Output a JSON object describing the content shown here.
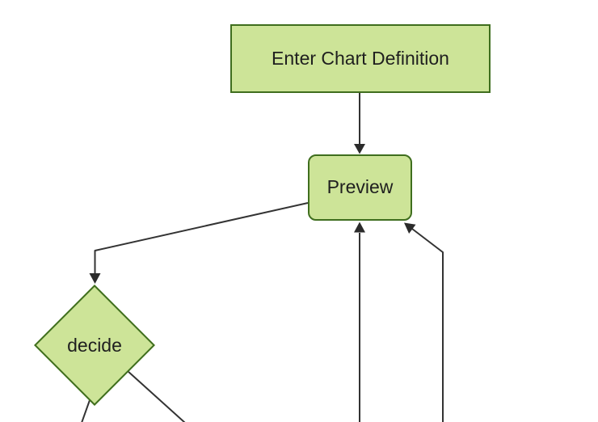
{
  "diagram": {
    "type": "flowchart",
    "background_color": "#ffffff",
    "node_fill_color": "#cde498",
    "node_border_color": "#3f6e1e",
    "edge_color": "#333333",
    "label_color": "#1f1f1f",
    "nodes": [
      {
        "id": "A",
        "label": "Enter Chart Definition",
        "shape": "rectangle"
      },
      {
        "id": "B",
        "label": "Preview",
        "shape": "rounded-rectangle"
      },
      {
        "id": "C",
        "label": "decide",
        "shape": "diamond"
      }
    ],
    "edges": [
      {
        "from": "Enter Chart Definition",
        "to": "Preview",
        "arrowhead_visible": true
      },
      {
        "from": "Preview",
        "to": "decide",
        "arrowhead_visible": true
      },
      {
        "from": "offscreen-bottom",
        "to": "Preview",
        "arrowhead_visible": true
      },
      {
        "from": "offscreen-bottom-right",
        "to": "Preview",
        "arrowhead_visible": true
      },
      {
        "from": "decide",
        "to": "offscreen-bottom-left",
        "arrowhead_visible": false
      },
      {
        "from": "decide",
        "to": "offscreen-bottom-right",
        "arrowhead_visible": false
      }
    ]
  }
}
